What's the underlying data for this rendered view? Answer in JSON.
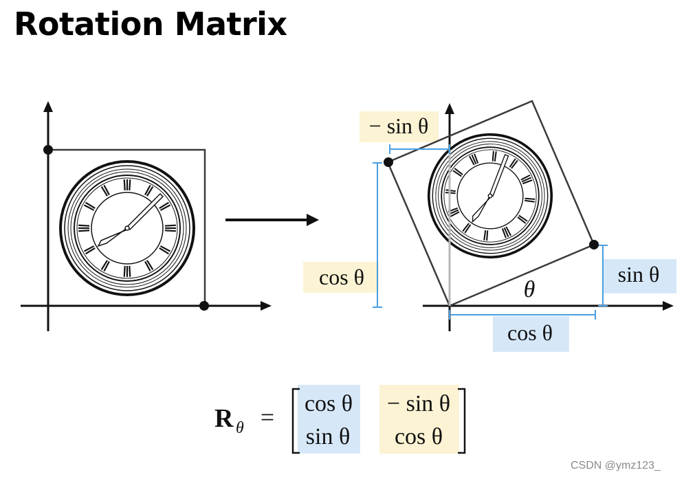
{
  "title": "Rotation Matrix",
  "colors": {
    "yellow": "#fbf3d3",
    "blue": "#d6e8f8",
    "tick_blue": "#4a9ee0",
    "outline": "#3a3a3a"
  },
  "labels": {
    "neg_sin": "− sin θ",
    "cos_left": "cos θ",
    "sin_right": "sin θ",
    "cos_bottom": "cos θ",
    "theta": "θ"
  },
  "formula": {
    "lhs": "R",
    "lhs_subscript": "θ",
    "equals": "=",
    "m11": "cos θ",
    "m12": "− sin θ",
    "m21": "sin θ",
    "m22": "cos θ"
  },
  "watermark": "CSDN @ymz123_",
  "icons": {
    "clock": "clock-face-icon",
    "arrow": "right-arrow-icon"
  }
}
